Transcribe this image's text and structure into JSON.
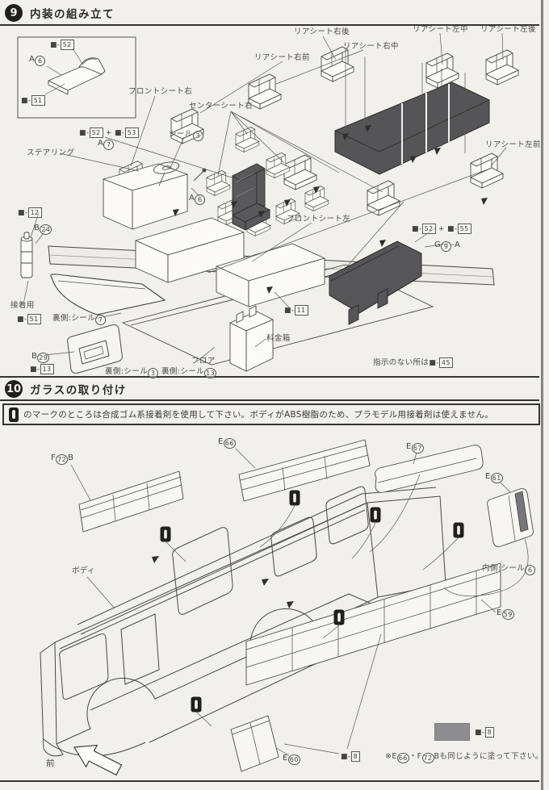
{
  "s9": {
    "num": "9",
    "title": "内装の組み立て",
    "labels": {
      "rear_rr": "リアシート右後",
      "rear_lm": "リアシート左中",
      "rear_lr": "リアシート左後",
      "rear_rm": "リアシート右中",
      "rear_rf": "リアシート右前",
      "rear_lf": "リアシート左前",
      "front_r": "フロントシート右",
      "center_r": "センターシート右",
      "front_l": "フロントシート左",
      "steering": "ステアリング",
      "glue_use": "接着用",
      "floor": "フロア",
      "farebox": "料金箱",
      "note_prefix": "指示のない所は"
    },
    "seals": {
      "seal3": {
        "t": "シール",
        "n": "3"
      },
      "seal7": {
        "t": "裏側:シール",
        "n": "7"
      },
      "seal3b": {
        "t": "裏側:シール",
        "n": "3"
      },
      "seal13": {
        "t": "裏側:シール",
        "n": "13"
      }
    },
    "parts": {
      "a6": {
        "p": "A",
        "n": "6"
      },
      "a6b": {
        "p": "A",
        "n": "6"
      },
      "a7": {
        "p": "A",
        "n": "7"
      },
      "b24": {
        "p": "B",
        "n": "24"
      },
      "b29": {
        "p": "B",
        "n": "29"
      },
      "g9a": {
        "p": "G",
        "n": "9",
        "suf": "-A"
      }
    },
    "codes": {
      "inset_top": {
        "pre": "■-",
        "num": "52"
      },
      "inset_bot": {
        "pre": "■-",
        "num": "51"
      },
      "a7": {
        "pre": "■-",
        "num": "52",
        "join": "+",
        "pre2": "■-",
        "num2": "53"
      },
      "b24": {
        "pre": "■-",
        "num": "12"
      },
      "glue": {
        "pre": "■-",
        "num": "51"
      },
      "b29": {
        "pre": "■-",
        "num": "13"
      },
      "center": {
        "pre": "■-",
        "num": "11"
      },
      "g9": {
        "pre": "■-",
        "num": "52",
        "join": "+",
        "pre2": "■-",
        "num2": "55"
      },
      "default": {
        "pre": "■-",
        "num": "45"
      }
    }
  },
  "s10": {
    "num": "10",
    "title": "ガラスの取り付け",
    "warning": "のマークのところは合成ゴム系接着剤を使用して下さい。ボディがABS樹脂のため、プラモデル用接着剤は使えません。",
    "labels": {
      "body": "ボディ",
      "front": "前"
    },
    "seal6": {
      "t": "内側:シール",
      "n": "6"
    },
    "parts": {
      "f72b": {
        "p": "F",
        "n": "72",
        "suf": "B"
      },
      "e66": {
        "p": "E",
        "n": "66"
      },
      "e67": {
        "p": "E",
        "n": "67"
      },
      "e61": {
        "p": "E",
        "n": "61"
      },
      "e59": {
        "p": "E",
        "n": "59"
      },
      "e60": {
        "p": "E",
        "n": "60"
      }
    },
    "codes": {
      "e60": {
        "pre": "■-",
        "num": "8"
      },
      "swatch": {
        "pre": "■-",
        "num": "8"
      }
    },
    "note": {
      "pre": "※",
      "sep": "・",
      "suf": "も同じように塗って下さい。"
    },
    "swatch_color": "#8e8e91"
  }
}
